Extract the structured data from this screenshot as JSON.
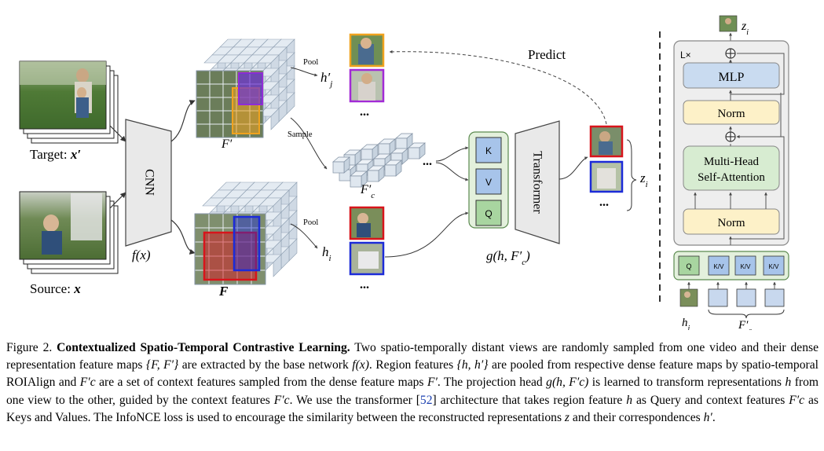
{
  "figure": {
    "target_label": "Target: ",
    "target_sym": "x′",
    "source_label": "Source: ",
    "source_sym": "x",
    "cnn_label": "CNN",
    "fx_label": "f(x)",
    "fprime_label": "F′",
    "f_label": "F",
    "pool_top": "Pool",
    "pool_bottom": "Pool",
    "sample_label": "Sample",
    "hj_label": "h′j",
    "hi_label": "hi",
    "fc_label": "F′c",
    "ellipsis": "...",
    "predict_label": "Predict",
    "q_label": "Q",
    "k_label": "K",
    "v_label": "V",
    "transformer_label": "Transformer",
    "g_label": "g(h, F′c)",
    "zi_label": "zi",
    "block": {
      "repeat_label": "L×",
      "mlp": "MLP",
      "norm_top": "Norm",
      "mhsa_line1": "Multi-Head",
      "mhsa_line2": "Self-Attention",
      "norm_bottom": "Norm",
      "input_q": "Q",
      "input_kv": [
        "K/V",
        "K/V",
        "K/V"
      ],
      "zi_out": "zi",
      "hi_in": "hi",
      "fc_in": "F′c"
    },
    "colors": {
      "red": "#d8141b",
      "blue": "#1c2bd8",
      "orange": "#f0a21e",
      "purple": "#a22ad6",
      "q_green": "#a8d5a0",
      "kv_blue": "#a7c4ea",
      "norm_yellow": "#fdf1c8",
      "mlp_blue": "#c9dbf0",
      "attn_green": "#d7ecd1"
    }
  },
  "caption": {
    "fig_num": "Figure 2.",
    "title": "Contextualized Spatio-Temporal Contrastive Learning.",
    "p1": " Two spatio-temporally distant views are randomly sampled from one video and their dense representation feature maps ",
    "set_FF": "{F, F′}",
    "p2": " are extracted by the base network ",
    "fx": "f(x)",
    "p3": ". Region features ",
    "set_hh": "{h, h′}",
    "p4": " are pooled from respective dense feature maps by spatio-temporal ROIAlign and ",
    "Fc1": "F′c",
    "p5": " are a set of context features sampled from the dense feature maps ",
    "Fp": "F′",
    "p6": ". The projection head ",
    "g": "g(h, F′c)",
    "p7": " is learned to transform representations ",
    "h1": "h",
    "p8": " from one view to the other, guided by the context features ",
    "Fc2": "F′c",
    "p9": ". We use the transformer [",
    "ref": "52",
    "p10": "] architecture that takes region feature ",
    "h2": "h",
    "p11": " as Query and context features ",
    "Fc3": "F′c",
    "p12": " as Keys and Values. The InfoNCE loss is used to encourage the similarity between the reconstructed representations ",
    "z": "z",
    "p13": " and their correspondences ",
    "hp": "h′",
    "p14": "."
  }
}
